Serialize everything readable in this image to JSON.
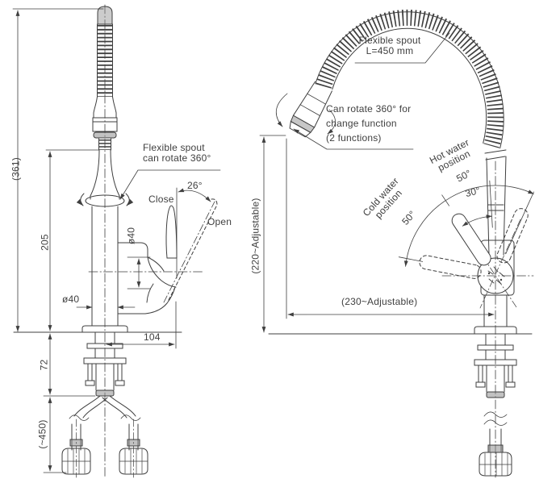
{
  "drawing": {
    "title_hint": "Flexible spout faucet installation diagram",
    "colors": {
      "line": "#3f3f3f",
      "background": "#ffffff",
      "shade": "#8f8f8f"
    },
    "left_view": {
      "dims": {
        "total_height": "(361)",
        "spout_height": "205",
        "under_deck": "72",
        "hose_length": "(~450)",
        "handle_dia": "ø40",
        "body_dia": "ø40",
        "reach": "104",
        "handle_angle": "26°"
      },
      "labels": {
        "note_line1": "Flexible spout",
        "note_line2": "can rotate 360°",
        "close": "Close",
        "open": "Open"
      }
    },
    "right_view": {
      "dims": {
        "height_adjustable": "(220~Adjustable)",
        "reach_adjustable": "(230~Adjustable)"
      },
      "labels": {
        "spout_line1": "Flexible spout",
        "spout_line2": "L=450 mm",
        "rotate_line1": "Can rotate 360° for",
        "rotate_line2": "change function",
        "rotate_line3": "(2 functions)",
        "hot_line1": "Hot water",
        "hot_line2": "position",
        "hot_angle": "50°",
        "mid_angle": "30°",
        "cold_line1": "Cold water",
        "cold_line2": "position",
        "cold_angle": "50°"
      }
    }
  }
}
